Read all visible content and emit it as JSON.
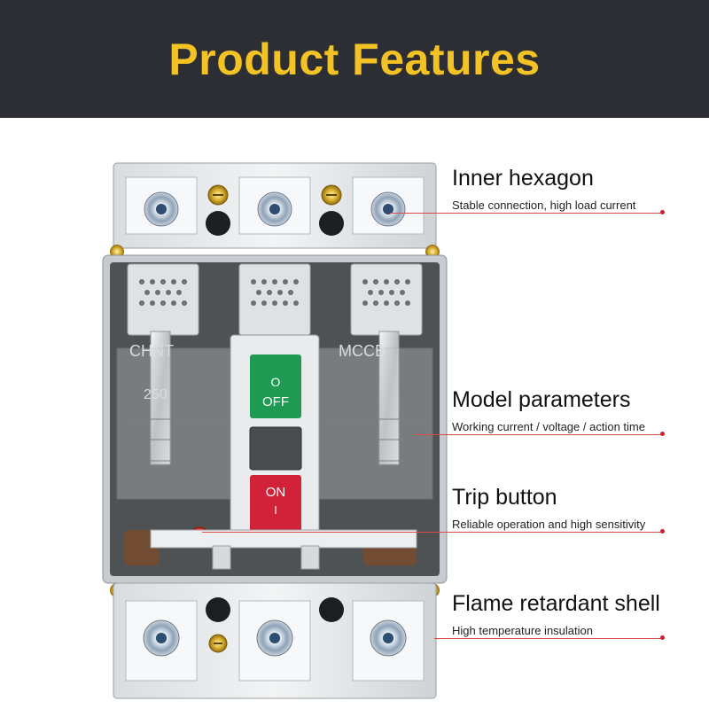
{
  "header": {
    "title": "Product Features",
    "background": "#2d2e34",
    "title_color": "#f3c224"
  },
  "product": {
    "breaker_labels": {
      "brand": "CHNT",
      "type": "MCCB",
      "current": "250",
      "off_label": "OFF",
      "off_symbol": "O",
      "on_label": "ON",
      "on_symbol": "I"
    }
  },
  "features": [
    {
      "title": "Inner hexagon",
      "desc": "Stable connection, high load current"
    },
    {
      "title": "Model parameters",
      "desc": "Working current / voltage / action time"
    },
    {
      "title": "Trip button",
      "desc": "Reliable operation and high sensitivity"
    },
    {
      "title": "Flame retardant shell",
      "desc": "High temperature insulation"
    }
  ],
  "colors": {
    "off_button": "#1e9a52",
    "on_button": "#d2223a",
    "trip_button": "#e23224",
    "callout_line": "#d84b4b"
  }
}
